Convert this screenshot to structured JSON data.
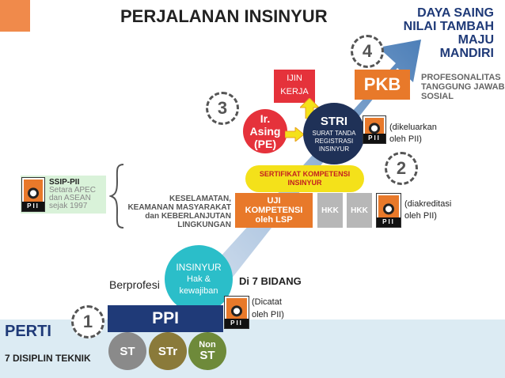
{
  "title": "PERJALANAN INSINYUR",
  "top_right": {
    "lines": [
      "DAYA SAING",
      "NILAI TAMBAH",
      "MAJU",
      "MANDIRI"
    ],
    "sub_lines": [
      "PROFESONALITAS",
      "TANGGUNG JAWAB",
      "SOSIAL"
    ]
  },
  "steps": [
    "1",
    "2",
    "3",
    "4"
  ],
  "pkb": "PKB",
  "ijin": [
    "IJIN",
    "KERJA"
  ],
  "ir_asing": [
    "Ir.",
    "Asing",
    "(PE)"
  ],
  "stri": {
    "title": "STRI",
    "sub": [
      "SURAT TANDA",
      "REGISTRASI",
      "INSINYUR"
    ]
  },
  "issued_note": [
    "(dikeluarkan",
    "oleh PII)"
  ],
  "sertifikat": [
    "SERTIFIKAT KOMPETENSI",
    "INSINYUR"
  ],
  "uji": [
    "UJI",
    "KOMPETENSI",
    "oleh LSP"
  ],
  "hkk": [
    "HKK",
    "HKK"
  ],
  "accredited_note": [
    "(diakreditasi",
    "oleh PII)"
  ],
  "k3": [
    "KESELAMATAN,",
    "KEAMANAN MASYARAKAT",
    "dan KEBERLANJUTAN",
    "LINGKUNGAN"
  ],
  "ssip": {
    "title": "SSIP-PII",
    "lines": [
      "Setara APEC",
      "dan ASEAN",
      "sejak 1997"
    ]
  },
  "insinyur": {
    "title": "INSINYUR",
    "lines": [
      "Hak &",
      "kewajiban"
    ]
  },
  "berprofesi": "Berprofesi",
  "di7bidang": "Di 7  BIDANG",
  "noted_note": [
    "(Dicatat",
    "oleh PII)"
  ],
  "ppi": "PPI",
  "perti": "PERTI",
  "disiplin": "7  DISIPLIN TEKNIK",
  "degrees": {
    "st": "ST",
    "str": "STr",
    "non": [
      "Non",
      "ST"
    ]
  },
  "logo_text": "PII",
  "colors": {
    "orange": "#e8792a",
    "red": "#e5323b",
    "navy": "#1f3a78",
    "teal": "#2bbec9",
    "yellow": "#f4e11a",
    "green": "#6e8a3a",
    "olive": "#8a7a3a",
    "gray": "#8a8a8a",
    "arrow_blue": "#4d7fb8",
    "band": "#dcebf3"
  }
}
